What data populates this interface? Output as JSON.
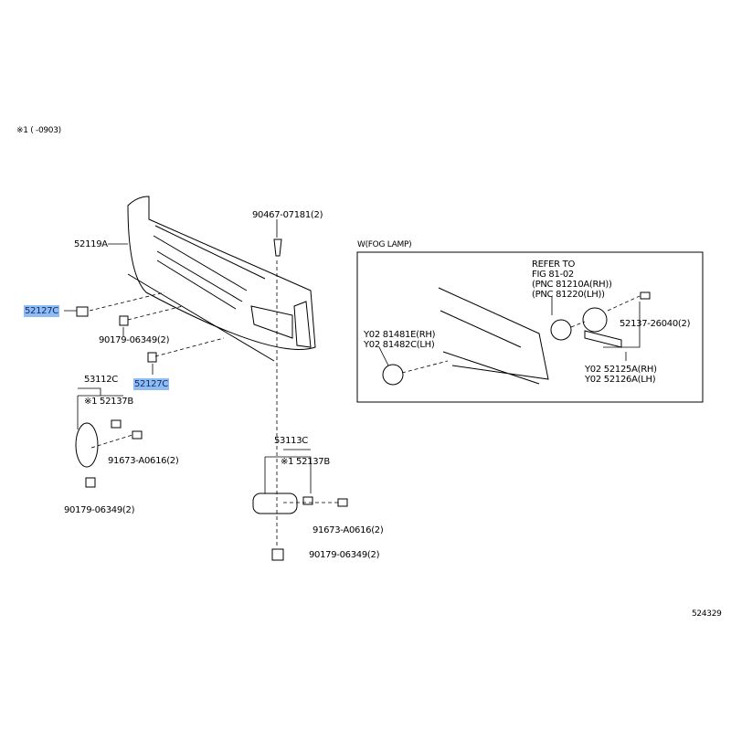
{
  "note": "※1 (     -0903)",
  "figure_number": "524329",
  "parts": {
    "bumper_cover": "52119A",
    "bolt_top": "90467-07181(2)",
    "cap_left": "52127C",
    "cap_lower": "52127C",
    "nut_upper": "90179-06349(2)",
    "grille_left": "53112C",
    "clip_left": "※1 52137B",
    "screw_left": "91673-A0616(2)",
    "nut_left": "90179-06349(2)",
    "grille_right": "53113C",
    "clip_right": "※1 52137B",
    "screw_right": "91673-A0616(2)",
    "nut_right": "90179-06349(2)"
  },
  "fog_lamp": {
    "title": "W(FOG LAMP)",
    "refer": [
      "REFER TO",
      "FIG 81-02",
      "(PNC 81210A(RH))",
      "(PNC 81220(LH))"
    ],
    "cover_rh": "Y02 81481E(RH)",
    "cover_lh": "Y02 81482C(LH)",
    "clip": "52137-26040(2)",
    "bracket_rh": "Y02 52125A(RH)",
    "bracket_lh": "Y02 52126A(LH)"
  },
  "colors": {
    "highlight": "#8ebcf5"
  }
}
